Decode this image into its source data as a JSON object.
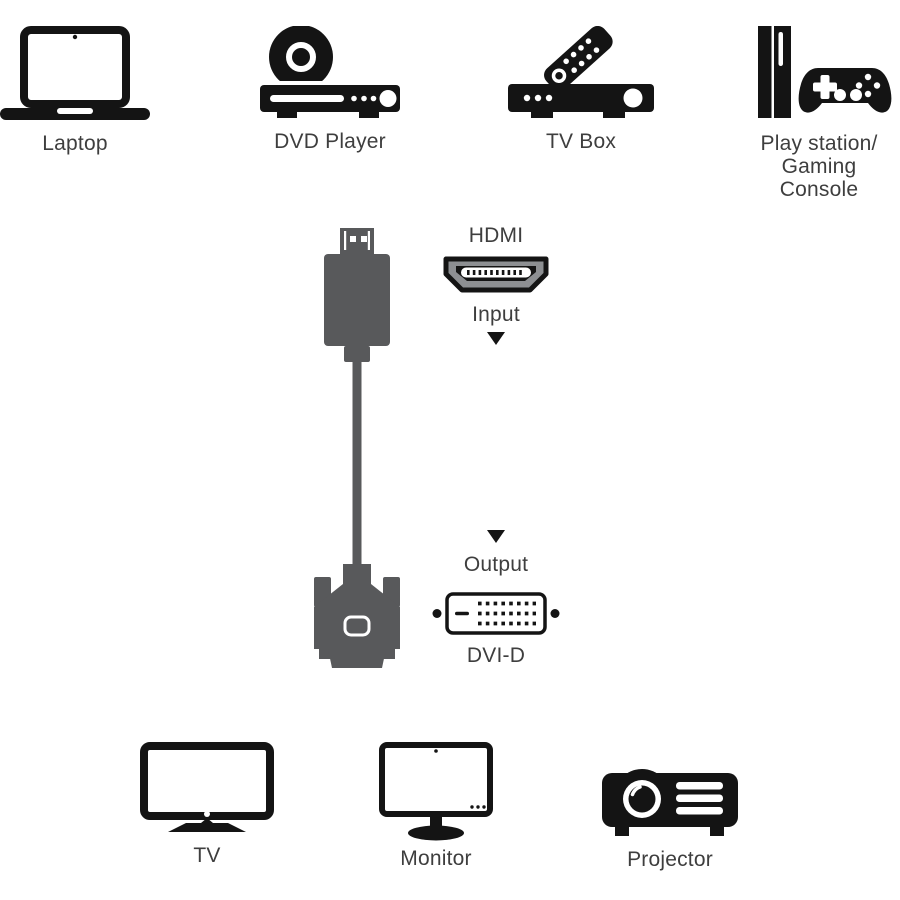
{
  "colors": {
    "icon_color": "#141414",
    "cable_color": "#58595b",
    "port_gray": "#8d8f92",
    "text_color": "#3e3e3e",
    "background": "#ffffff"
  },
  "source_devices": [
    {
      "label": "Laptop"
    },
    {
      "label": "DVD Player"
    },
    {
      "label": "TV Box"
    },
    {
      "label": "Play station/",
      "label2": "Gaming Console"
    }
  ],
  "cable": {
    "input_connector": "HDMI",
    "input_direction": "Input",
    "output_direction": "Output",
    "output_connector": "DVI-D"
  },
  "display_devices": [
    {
      "label": "TV"
    },
    {
      "label": "Monitor"
    },
    {
      "label": "Projector"
    }
  ]
}
